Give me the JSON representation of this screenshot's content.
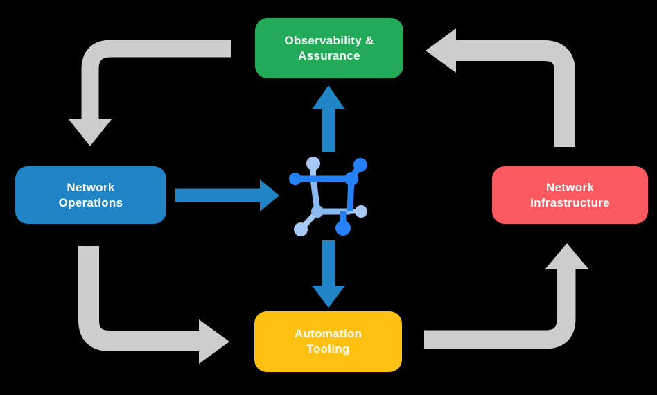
{
  "diagram": {
    "background": "#000000",
    "nodes": [
      {
        "id": "observability-assurance",
        "lines": [
          "Observability &",
          "Assurance"
        ],
        "color": "#23aa58"
      },
      {
        "id": "network-operations",
        "lines": [
          "Network",
          "Operations"
        ],
        "color": "#2184c7"
      },
      {
        "id": "network-infrastructure",
        "lines": [
          "Network",
          "Infrastructure"
        ],
        "color": "#f95a60"
      },
      {
        "id": "automation-tooling",
        "lines": [
          "Automation",
          "Tooling"
        ],
        "color": "#fec011"
      }
    ],
    "center_icon": "network-fabric-icon",
    "colors": {
      "cycle_arrow": "#cdcdcd",
      "flow_arrow": "#2184c7",
      "icon_dark_blue": "#2680f6",
      "icon_mid_blue": "#8db9f1",
      "icon_light_blue": "#a6c9f6",
      "node_text": "#ffffff"
    },
    "arrows": {
      "cycle": [
        "observability-assurance -> network-operations",
        "network-operations -> automation-tooling",
        "automation-tooling -> network-infrastructure",
        "network-infrastructure -> observability-assurance"
      ],
      "flows": [
        "network-operations -> center-icon",
        "center-icon -> observability-assurance",
        "center-icon -> automation-tooling"
      ]
    }
  }
}
